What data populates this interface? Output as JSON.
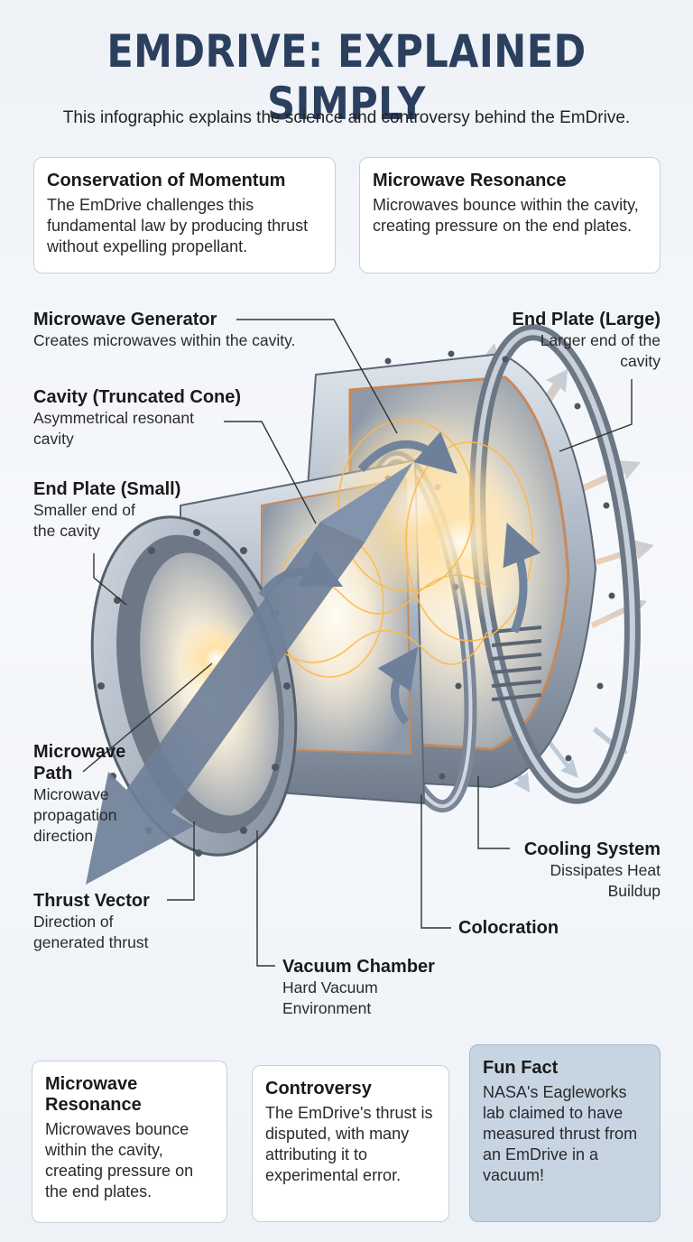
{
  "title": "EMDRIVE: EXPLAINED SIMPLY",
  "subtitle": "This infographic explains the science and controversy behind the EmDrive.",
  "top_cards": [
    {
      "title": "Conservation of Momentum",
      "text": "The EmDrive challenges this fundamental law by producing thrust without expelling propellant."
    },
    {
      "title": "Microwave Resonance",
      "text": "Microwaves bounce within the cavity, creating pressure on the end plates."
    }
  ],
  "labels": {
    "microwave_generator": {
      "title": "Microwave Generator",
      "text": "Creates microwaves within the cavity."
    },
    "end_plate_large": {
      "title": "End Plate (Large)",
      "text": "Larger end of the cavity"
    },
    "cavity": {
      "title": "Cavity (Truncated Cone)",
      "text": "Asymmetrical resonant cavity"
    },
    "end_plate_small": {
      "title": "End Plate (Small)",
      "text": "Smaller end of the cavity"
    },
    "microwave_path": {
      "title": "Microwave Path",
      "text": "Microwave propagation direction"
    },
    "thrust_vector": {
      "title": "Thrust Vector",
      "text": "Direction of generated thrust"
    },
    "cooling_system": {
      "title": "Cooling System",
      "text": "Dissipates Heat Buildup"
    },
    "colocration": {
      "title": "Colocration",
      "text": ""
    },
    "vacuum_chamber": {
      "title": "Vacuum Chamber",
      "text": "Hard Vacuum Environment"
    }
  },
  "bottom_cards": [
    {
      "title": "Microwave Resonance",
      "text": "Microwaves bounce within the cavity, creating pressure on the end plates."
    },
    {
      "title": "Controversy",
      "text": "The EmDrive's thrust is disputed, with many attributing it to experimental error."
    },
    {
      "title": "Fun Fact",
      "text": "NASA's Eagleworks lab claimed to have measured thrust from an EmDrive in a vacuum!"
    }
  ],
  "colors": {
    "title": "#2b3f5e",
    "metal": "#9aa6b4",
    "copper": "#c8895a",
    "glow": "#ffe6b0",
    "arrow": "#7d8fa6",
    "fun_card": "#c7d5e3"
  }
}
